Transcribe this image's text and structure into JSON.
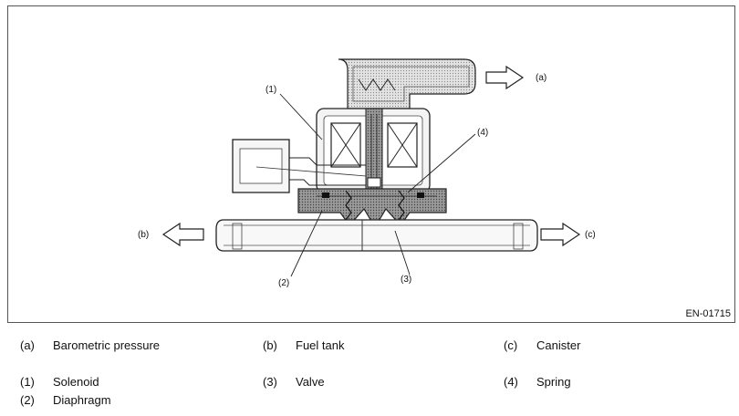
{
  "figure": {
    "id": "EN-01715",
    "callouts": {
      "a": "(a)",
      "b": "(b)",
      "c": "(c)",
      "n1": "(1)",
      "n2": "(2)",
      "n3": "(3)",
      "n4": "(4)"
    }
  },
  "legend": {
    "a": {
      "code": "(a)",
      "name": "Barometric pressure"
    },
    "b": {
      "code": "(b)",
      "name": "Fuel tank"
    },
    "c": {
      "code": "(c)",
      "name": "Canister"
    },
    "n1": {
      "code": "(1)",
      "name": "Solenoid"
    },
    "n3": {
      "code": "(3)",
      "name": "Valve"
    },
    "n4": {
      "code": "(4)",
      "name": "Spring"
    },
    "n2": {
      "code": "(2)",
      "name": "Diaphragm"
    }
  }
}
